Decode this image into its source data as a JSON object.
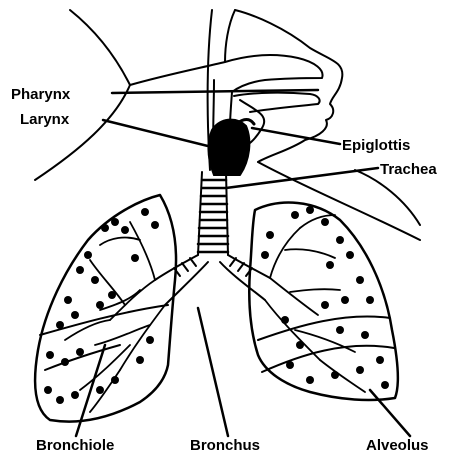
{
  "labels": {
    "pharynx": "Pharynx",
    "larynx": "Larynx",
    "epiglottis": "Epiglottis",
    "trachea": "Trachea",
    "bronchiole": "Bronchiole",
    "bronchus": "Bronchus",
    "alveolus": "Alveolus"
  },
  "colors": {
    "line": "#000000",
    "background": "#ffffff"
  }
}
